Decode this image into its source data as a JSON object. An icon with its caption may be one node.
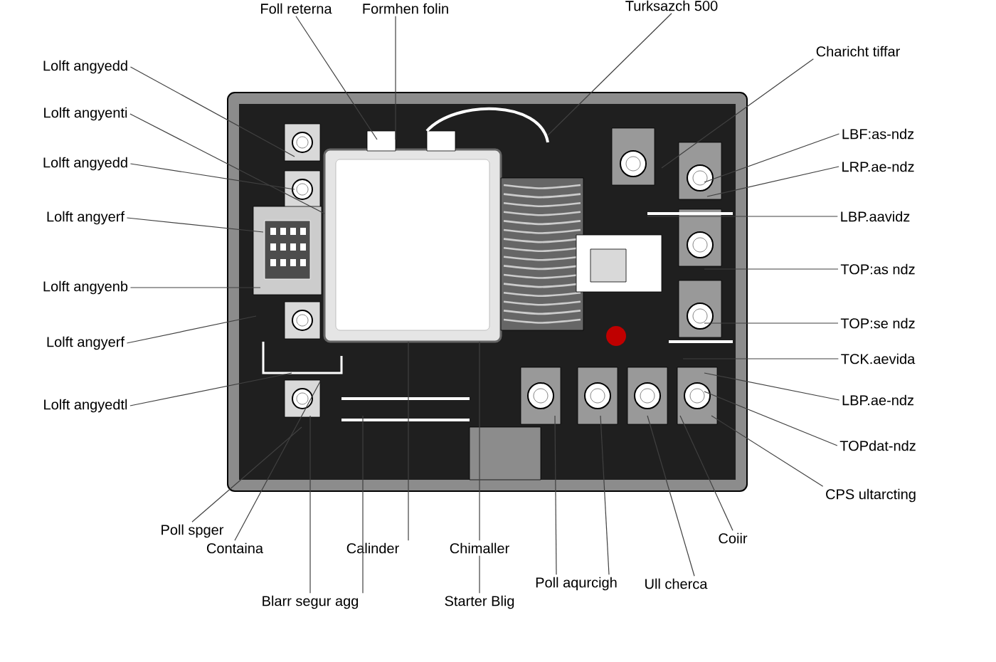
{
  "diagram": {
    "nodes": [
      {
        "text": [
          "Foll reterna"
        ]
      },
      {
        "text": [
          "Formhen folin"
        ]
      },
      {
        "text": [
          "Turksazch 500"
        ]
      },
      {
        "text": [
          "Charicht tiffar"
        ]
      },
      {
        "text": [
          "Lolft angyedd"
        ]
      },
      {
        "text": [
          "Lolft angyenti"
        ]
      },
      {
        "text": [
          "Lolft angyedd"
        ]
      },
      {
        "text": [
          "Lolft angyerf"
        ]
      },
      {
        "text": [
          "Lolft angyenb"
        ]
      },
      {
        "text": [
          "Lolft angyerf"
        ]
      },
      {
        "text": [
          "Lolft angyedtl"
        ]
      },
      {
        "text": [
          "LBF:as-ndz"
        ]
      },
      {
        "text": [
          "LRP.ae-ndz"
        ]
      },
      {
        "text": [
          "LBP.aavidz"
        ]
      },
      {
        "text": [
          "TOP:as ndz"
        ]
      },
      {
        "text": [
          "TOP:se ndz"
        ]
      },
      {
        "text": [
          "TCK.aevida"
        ]
      },
      {
        "text": [
          "LBP.ae-ndz"
        ]
      },
      {
        "text": [
          "TOPdat-ndz"
        ]
      },
      {
        "text": [
          "CPS ultarcting"
        ]
      },
      {
        "text": [
          "Coiir"
        ]
      },
      {
        "text": [
          "Ull cherca"
        ]
      },
      {
        "text": [
          "Poll aqurcigh"
        ]
      },
      {
        "text": [
          "Poll spger"
        ]
      },
      {
        "text": [
          "Containa"
        ]
      },
      {
        "text": [
          "Calinder"
        ]
      },
      {
        "text": [
          "Chimaller"
        ]
      },
      {
        "text": [
          "Blarr segur agg"
        ]
      },
      {
        "text": [
          "Starter Blig"
        ]
      }
    ],
    "edges": [
      {
        "from": 0,
        "to": null,
        "arrow": "none"
      },
      {
        "from": 1,
        "to": null,
        "arrow": "none"
      },
      {
        "from": 2,
        "to": null,
        "arrow": "none"
      },
      {
        "from": 3,
        "to": null,
        "arrow": "none"
      },
      {
        "from": 4,
        "to": null,
        "arrow": "none"
      },
      {
        "from": 5,
        "to": null,
        "arrow": "none"
      },
      {
        "from": 6,
        "to": null,
        "arrow": "none"
      },
      {
        "from": 7,
        "to": null,
        "arrow": "none"
      },
      {
        "from": 8,
        "to": null,
        "arrow": "none"
      },
      {
        "from": 9,
        "to": null,
        "arrow": "none"
      },
      {
        "from": 10,
        "to": null,
        "arrow": "none"
      },
      {
        "from": 11,
        "to": null,
        "arrow": "none"
      },
      {
        "from": 12,
        "to": null,
        "arrow": "none"
      },
      {
        "from": 13,
        "to": null,
        "arrow": "none"
      },
      {
        "from": 14,
        "to": null,
        "arrow": "none"
      },
      {
        "from": 15,
        "to": null,
        "arrow": "none"
      },
      {
        "from": 16,
        "to": null,
        "arrow": "none"
      },
      {
        "from": 17,
        "to": null,
        "arrow": "none"
      },
      {
        "from": 18,
        "to": null,
        "arrow": "none"
      },
      {
        "from": 19,
        "to": null,
        "arrow": "none"
      },
      {
        "from": 20,
        "to": null,
        "arrow": "none"
      },
      {
        "from": 21,
        "to": null,
        "arrow": "none"
      },
      {
        "from": 22,
        "to": null,
        "arrow": "none"
      },
      {
        "from": 22,
        "to": null,
        "arrow": "none"
      },
      {
        "from": 23,
        "to": null,
        "arrow": "none"
      },
      {
        "from": 24,
        "to": null,
        "arrow": "none"
      },
      {
        "from": 25,
        "to": null,
        "arrow": "none"
      },
      {
        "from": 26,
        "to": null,
        "arrow": "none"
      },
      {
        "from": 27,
        "to": null,
        "arrow": "none"
      },
      {
        "from": 27,
        "to": null,
        "arrow": "none"
      },
      {
        "from": 28,
        "to": 26,
        "arrow": "none"
      }
    ]
  }
}
